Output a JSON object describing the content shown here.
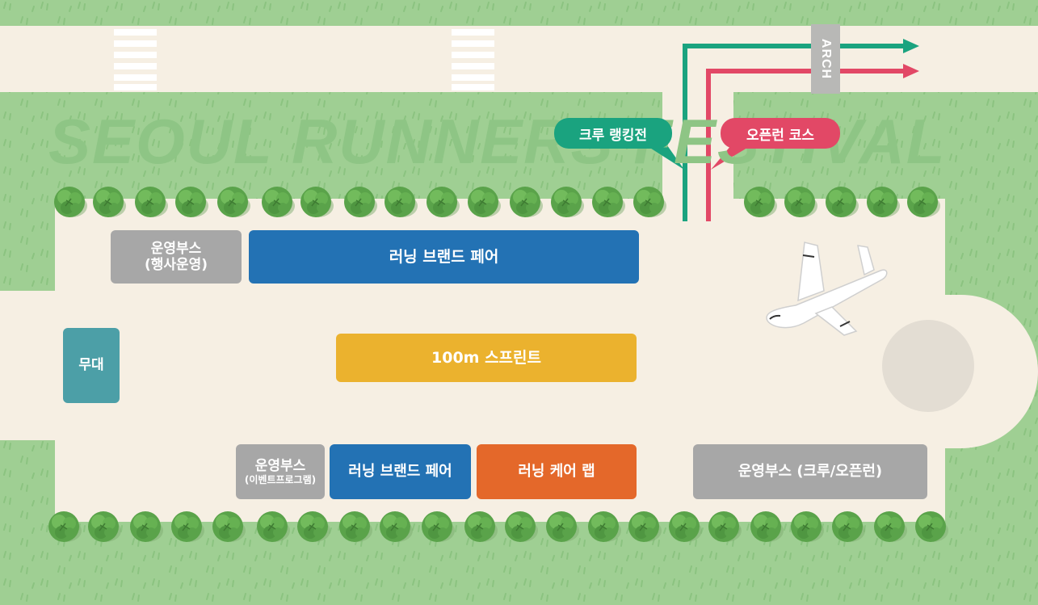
{
  "title_watermark": "SEOUL RUNNERS FESTIVAL",
  "arch_label": "ARCH",
  "route_tags": {
    "crew_ranking": "크루 랭킹전",
    "open_run": "오픈런 코스"
  },
  "zones": {
    "ops_booth_event": {
      "line1": "운영부스",
      "line2": "(행사운영)"
    },
    "running_brand_fair_top": "러닝 브랜드 페어",
    "stage": "무대",
    "sprint": "100m 스프린트",
    "ops_booth_program": {
      "line1": "운영부스",
      "line2": "(이벤트프로그램)"
    },
    "running_brand_fair_bottom": "러닝 브랜드 페어",
    "running_care_lab": "러닝 케어 랩",
    "ops_booth_crew": "운영부스 (크루/오픈런)"
  },
  "colors": {
    "grass": "#9fcf93",
    "path": "#f6efe3",
    "crew_route": "#1aa37f",
    "open_run_route": "#e24866",
    "gray_booth": "#a7a7a7",
    "brand_fair": "#2372b4",
    "stage": "#4c9fa7",
    "sprint": "#ebb22e",
    "care_lab": "#e4682a"
  },
  "icons": [
    "tree-icon",
    "airplane-icon",
    "arrow-right-icon"
  ]
}
